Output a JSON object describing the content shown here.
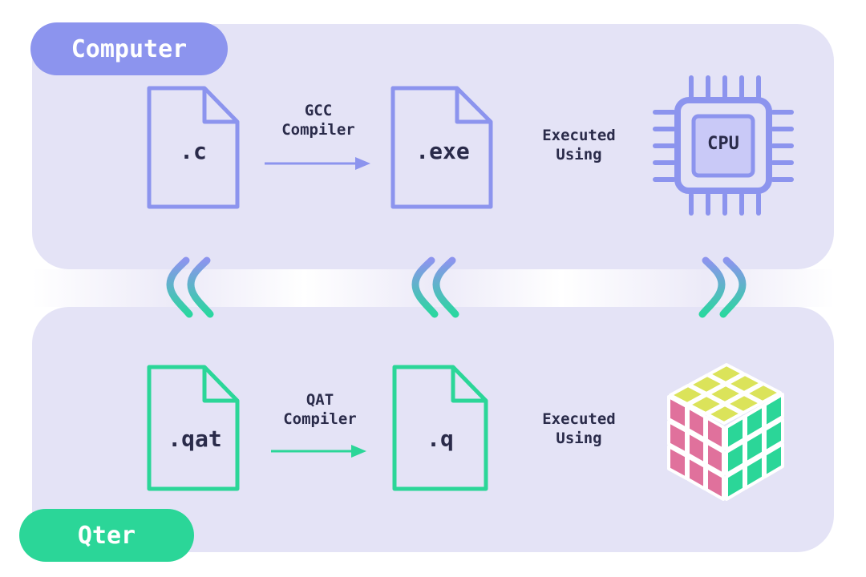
{
  "sections": {
    "computer": {
      "tag": "Computer",
      "color": "#8c94ee"
    },
    "qter": {
      "tag": "Qter",
      "color": "#2bd698"
    }
  },
  "computer_row": {
    "source_file": ".c",
    "compiler": [
      "GCC",
      "Compiler"
    ],
    "output_file": ".exe",
    "executed": [
      "Executed",
      "Using"
    ],
    "executor": "CPU",
    "executor_icon": "cpu-chip-icon"
  },
  "qter_row": {
    "source_file": ".qat",
    "compiler": [
      "QAT",
      "Compiler"
    ],
    "output_file": ".q",
    "executed": [
      "Executed",
      "Using"
    ],
    "executor_icon": "rubiks-cube-icon"
  },
  "colors": {
    "panel": "#e4e3f6",
    "text": "#2a2b4a",
    "cube_top": "#dbe35a",
    "cube_left": "#e0719c",
    "cube_right": "#2bd698"
  }
}
